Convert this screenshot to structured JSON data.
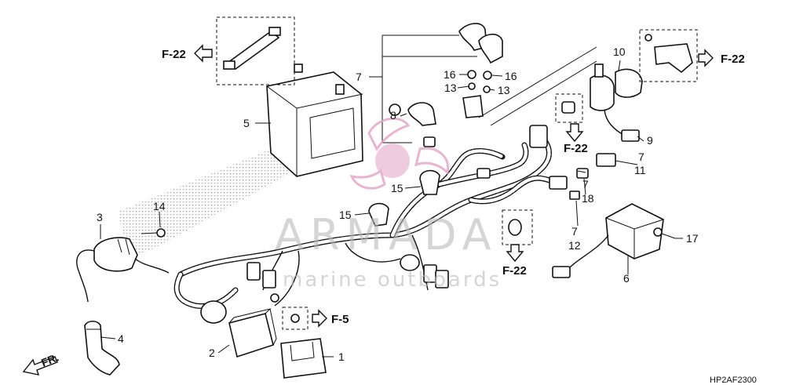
{
  "diagram": {
    "code": "HP2AF2300",
    "front_label": "FR.",
    "watermark": {
      "brand": "ARMADA",
      "tagline": "marine outboards"
    },
    "references": [
      "F-22",
      "F-22",
      "F-22",
      "F-22",
      "F-5"
    ],
    "callouts": [
      "1",
      "2",
      "3",
      "4",
      "5",
      "6",
      "7",
      "7",
      "7",
      "7",
      "8",
      "9",
      "10",
      "11",
      "12",
      "13",
      "13",
      "14",
      "15",
      "15",
      "16",
      "16",
      "17",
      "18"
    ]
  }
}
